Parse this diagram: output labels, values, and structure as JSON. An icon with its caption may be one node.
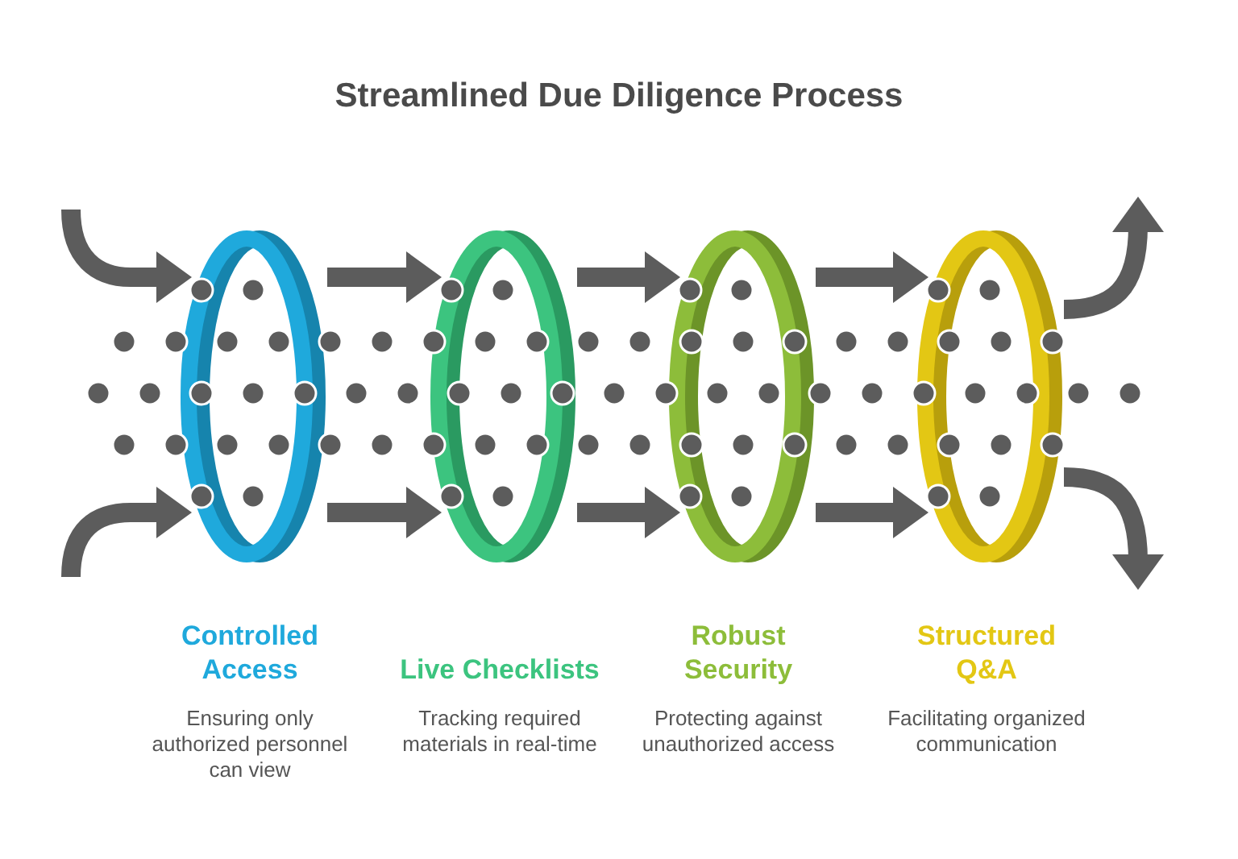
{
  "diagram": {
    "title": "Streamlined Due Diligence Process",
    "nodes": [
      {
        "text": [],
        "shape": "ellipse",
        "beside": [
          "Controlled Access",
          "Ensuring only authorized personnel can view"
        ]
      },
      {
        "text": [],
        "shape": "ellipse",
        "beside": [
          "Live Checklists",
          "Tracking required materials in real-time"
        ]
      },
      {
        "text": [],
        "shape": "ellipse",
        "beside": [
          "Robust Security",
          "Protecting against unauthorized access"
        ]
      },
      {
        "text": [],
        "shape": "ellipse",
        "beside": [
          "Structured Q&A",
          "Facilitating organized communication"
        ]
      }
    ],
    "edges": [
      {
        "from": null,
        "to": 0,
        "arrow": "to"
      },
      {
        "from": null,
        "to": 0,
        "arrow": "to"
      },
      {
        "from": 0,
        "to": 1,
        "arrow": "to"
      },
      {
        "from": 0,
        "to": 1,
        "arrow": "to"
      },
      {
        "from": 1,
        "to": 2,
        "arrow": "to"
      },
      {
        "from": 1,
        "to": 2,
        "arrow": "to"
      },
      {
        "from": 2,
        "to": 3,
        "arrow": "to"
      },
      {
        "from": 2,
        "to": 3,
        "arrow": "to"
      },
      {
        "from": 3,
        "to": null,
        "arrow": "to"
      },
      {
        "from": 3,
        "to": null,
        "arrow": "to"
      }
    ]
  }
}
